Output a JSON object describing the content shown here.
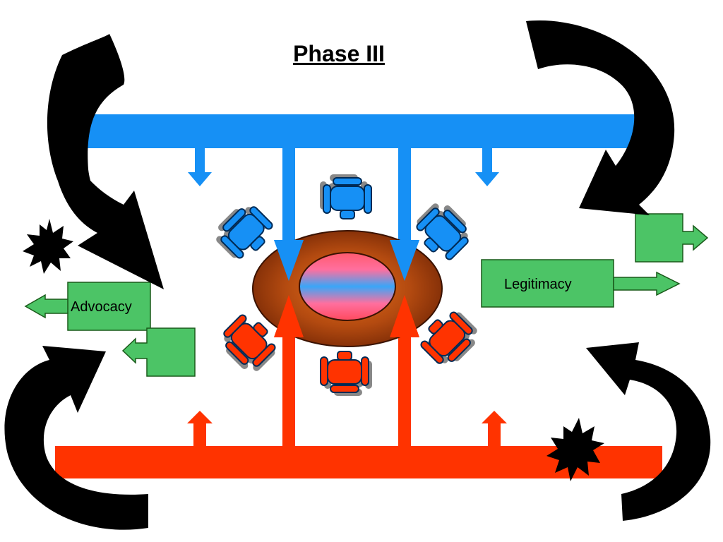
{
  "title": "Phase III",
  "labels": {
    "advocacy": "Advocacy",
    "legitimacy": "Legitimacy"
  },
  "colors": {
    "blue": "#1690f5",
    "red": "#ff3300",
    "green": "#4cc466",
    "table": "#a33a0a",
    "black": "#000000"
  },
  "icons": {
    "chairs": "office-chair-icon",
    "table": "conference-table-icon",
    "bursts": "explosion-burst-icon"
  }
}
